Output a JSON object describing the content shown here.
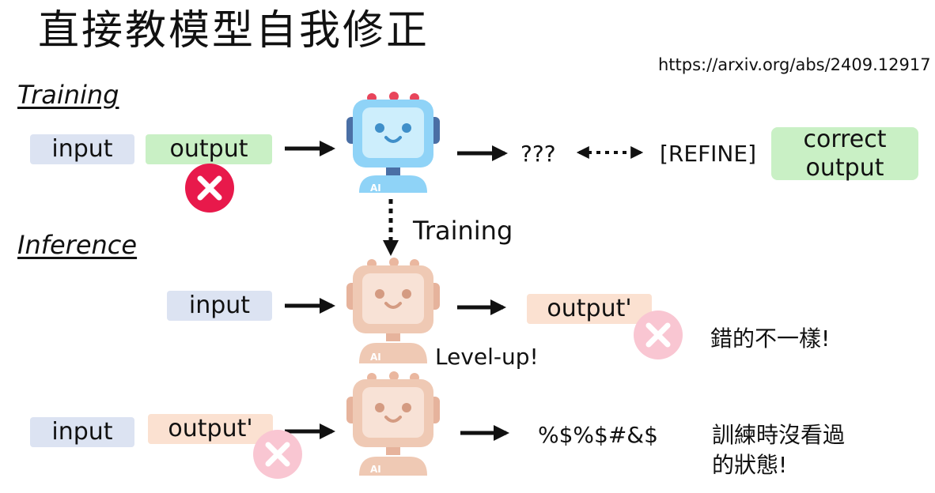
{
  "title": "直接教模型自我修正",
  "url": "https://arxiv.org/abs/2409.12917",
  "sections": {
    "training": "Training",
    "inference": "Inference"
  },
  "training_row": {
    "input": "input",
    "output": "output",
    "prediction": "???",
    "refine": "[REFINE]",
    "correct_output": "correct\noutput"
  },
  "training_arrow_label": "Training",
  "inference_row1": {
    "input": "input",
    "output": "output'",
    "level_up": "Level-up!",
    "note": "錯的不一樣!"
  },
  "inference_row2": {
    "input": "input",
    "output": "output'",
    "result": "%$%$#&$",
    "note": "訓練時沒看過\n的狀態!"
  },
  "robot_label": "AI",
  "colors": {
    "input_fill": "#dce3f2",
    "output_fill": "#c9f0c5",
    "inference_output_fill": "#fbe1d1",
    "wrong_red": "#e8194b",
    "wrong_pink": "#f9c6d2",
    "robot_blue": "#8fd3f7",
    "robot_peach": "#efc9b4"
  }
}
